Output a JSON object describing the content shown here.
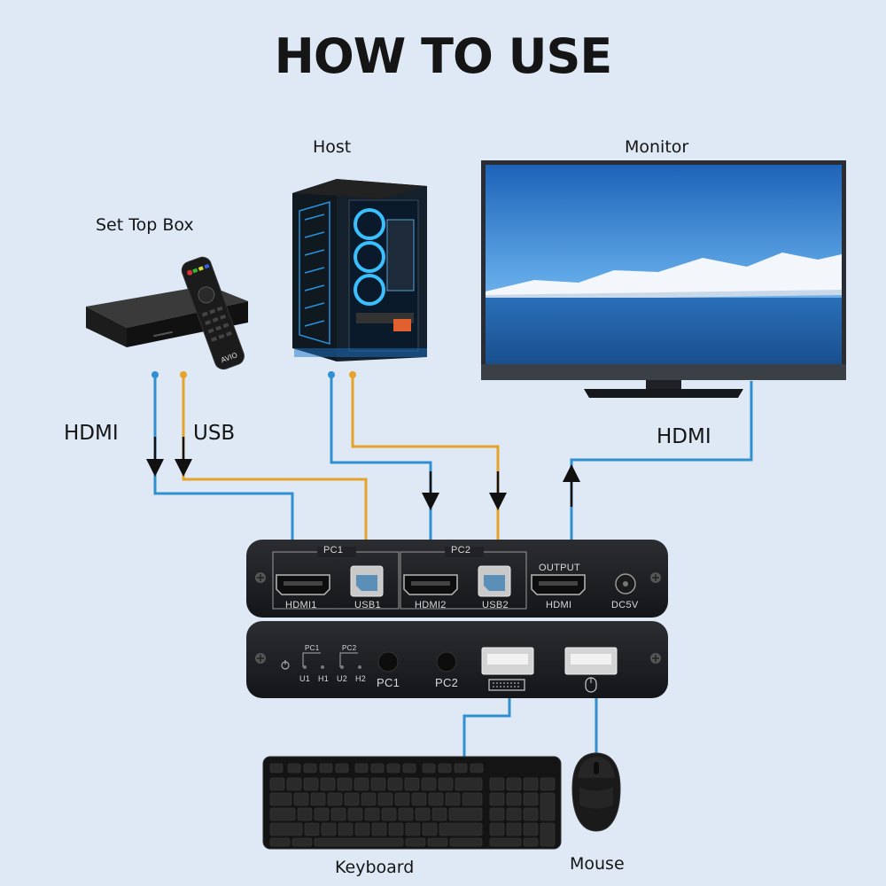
{
  "title": "HOW TO USE",
  "devices": {
    "set_top_box": "Set Top Box",
    "host": "Host",
    "monitor": "Monitor",
    "keyboard": "Keyboard",
    "mouse": "Mouse"
  },
  "connections": {
    "hdmi_left": "HDMI",
    "usb_left": "USB",
    "hdmi_right": "HDMI"
  },
  "remote_brand": "AVIO",
  "switch_back_panel": {
    "group_pc1": "PC1",
    "group_pc2": "PC2",
    "hdmi1": "HDMI1",
    "usb1": "USB1",
    "hdmi2": "HDMI2",
    "usb2": "USB2",
    "output": "OUTPUT",
    "output_hdmi": "HDMI",
    "power": "DC5V"
  },
  "switch_front_panel": {
    "led_group_pc1": "PC1",
    "led_group_pc2": "PC2",
    "led_u1": "U1",
    "led_h1": "H1",
    "led_u2": "U2",
    "led_h2": "H2",
    "button_pc1": "PC1",
    "button_pc2": "PC2"
  },
  "colors": {
    "background": "#dfe9f6",
    "hdmi_cable": "#2f8fd0",
    "usb_cable": "#e6a22a"
  }
}
